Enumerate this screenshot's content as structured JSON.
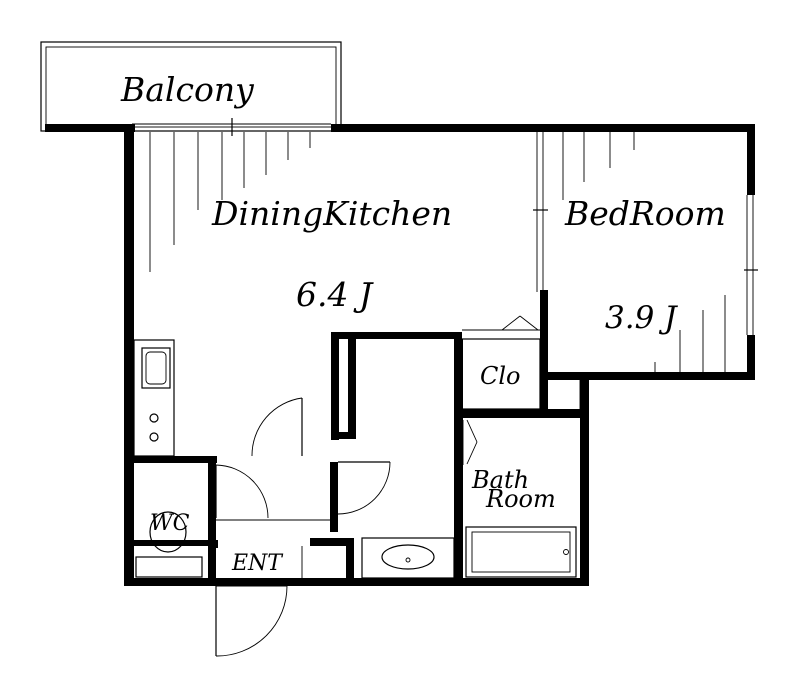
{
  "rooms": {
    "balcony": "Balcony",
    "dining_kitchen": "DiningKitchen",
    "dining_kitchen_size": "6.4 J",
    "bedroom": "BedRoom",
    "bedroom_size": "3.9 J",
    "closet": "Clo",
    "bath_line1": "Bath",
    "bath_line2": "Room",
    "wc": "WC",
    "entrance": "ENT"
  }
}
